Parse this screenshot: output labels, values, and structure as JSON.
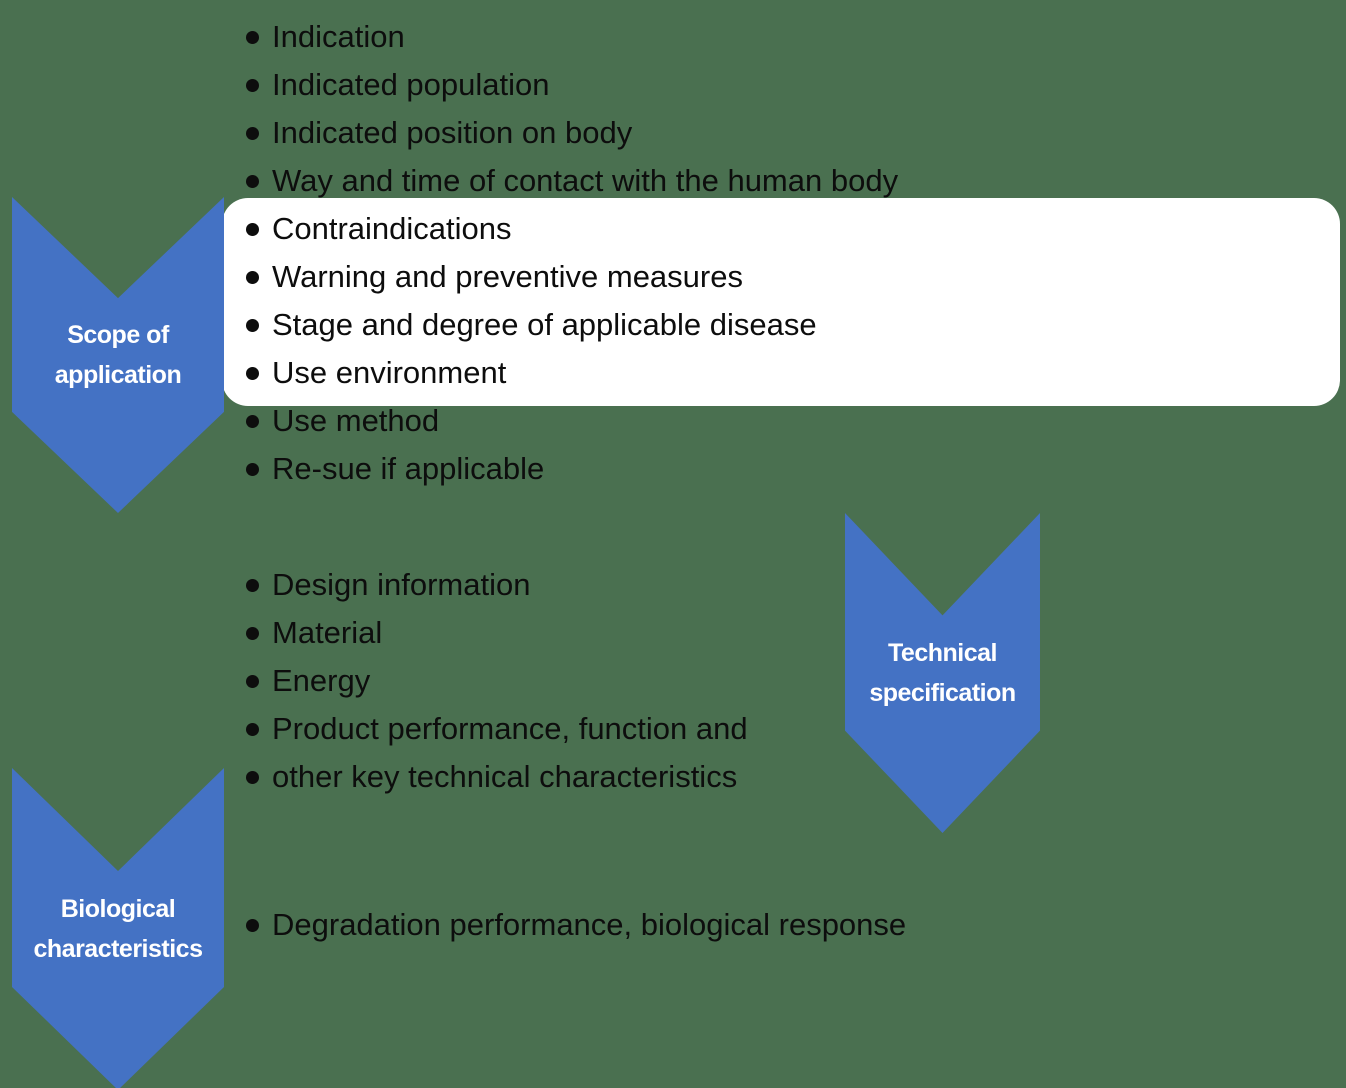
{
  "colors": {
    "background": "#4a7050",
    "chevron_blue": "#4472c4",
    "chevron_label_text": "#ffffff",
    "highlight_box": "#ffffff",
    "body_text": "#0d0d0d"
  },
  "chevrons": {
    "scope": {
      "line1": "Scope of",
      "line2": "application"
    },
    "technical": {
      "line1": "Technical",
      "line2": "specification"
    },
    "biological": {
      "line1": "Biological",
      "line2": "characteristics"
    }
  },
  "lists": {
    "scope": {
      "items": [
        "Indication",
        "Indicated population",
        "Indicated position on body",
        "Way and time of contact with the human body",
        "Contraindications",
        "Warning and preventive measures",
        "Stage and degree of applicable disease",
        "Use environment",
        "Use method",
        "Re-sue if applicable"
      ]
    },
    "technical": {
      "items": [
        "Design information",
        "Material",
        "Energy",
        "Product performance, function and",
        "other key technical characteristics"
      ]
    },
    "biological": {
      "items": [
        "Degradation performance, biological response"
      ]
    }
  }
}
